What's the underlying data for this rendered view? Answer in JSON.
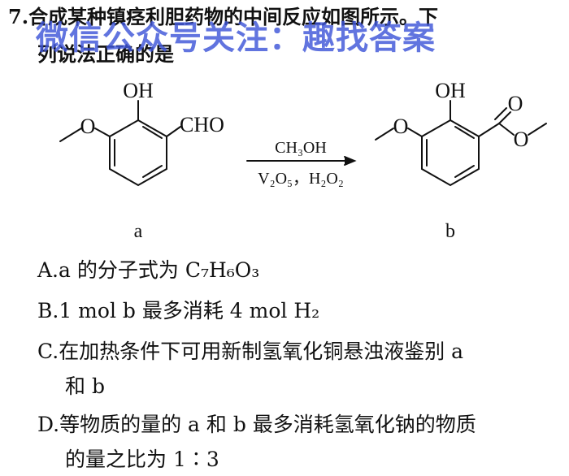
{
  "question": {
    "number": "7.",
    "stem_line1": "合成某种镇痉利胆药物的中间反应如图所示。下",
    "stem_line2": "列说法正确的是"
  },
  "watermark": {
    "text": "微信公众号关注：趣找答案",
    "color": "#3f56d8"
  },
  "scheme": {
    "compound_a_label": "a",
    "compound_b_label": "b",
    "a_hydroxyl": "OH",
    "a_methoxy_o": "O",
    "a_aldehyde": "CHO",
    "b_hydroxyl": "OH",
    "b_methoxy_o": "O",
    "b_carbonyl_o": "O",
    "b_ester_o": "O",
    "conditions_above": "CH₃OH",
    "conditions_below": "V₂O₅，H₂O₂"
  },
  "options": [
    {
      "letter": "A.",
      "text": "a 的分子式为 C₇H₆O₃"
    },
    {
      "letter": "B.",
      "text": "1 mol b 最多消耗 4 mol H₂"
    },
    {
      "letter": "C.",
      "text": "在加热条件下可用新制氢氧化铜悬浊液鉴别 a"
    },
    {
      "letter": "",
      "text": "和 b"
    },
    {
      "letter": "D.",
      "text": "等物质的量的 a 和 b 最多消耗氢氧化钠的物质"
    },
    {
      "letter": "",
      "text": "的量之比为 1∶3"
    }
  ]
}
